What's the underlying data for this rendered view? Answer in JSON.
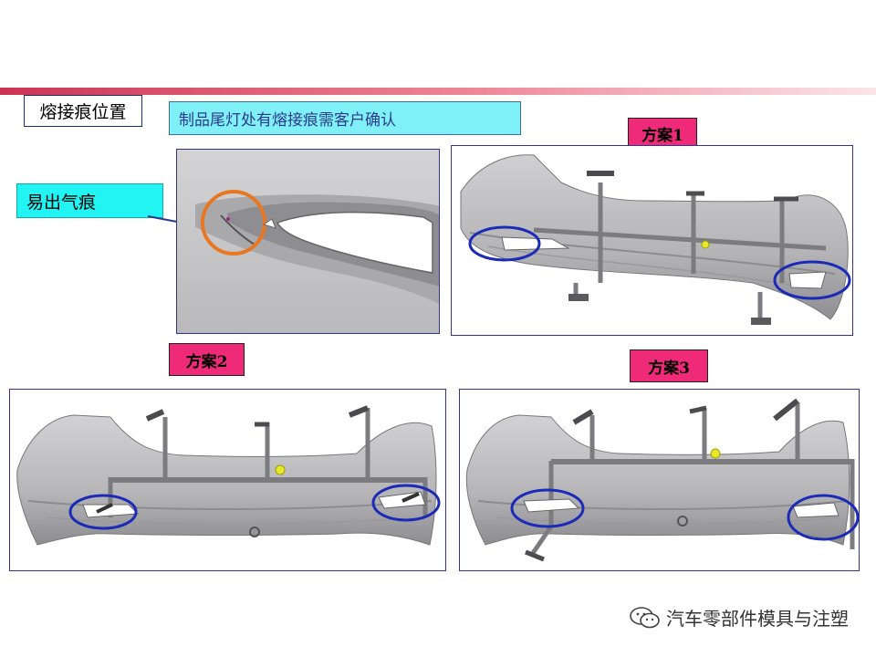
{
  "header": {
    "title": "熔接痕位置"
  },
  "note": {
    "text": "制品尾灯处有熔接痕需客户确认"
  },
  "callout": {
    "label": "易出气痕"
  },
  "schemes": [
    {
      "label": "方案1"
    },
    {
      "label": "方案2"
    },
    {
      "label": "方案3"
    }
  ],
  "footer": {
    "icon": "wechat-icon",
    "text": "汽车零部件模具与注塑"
  },
  "colors": {
    "accent_bar": "#cc3355",
    "note_bg": "#7ff0f5",
    "callout_bg": "#22f4f4",
    "scheme_label_bg": "#ef2a78",
    "highlight_orange": "#e87722",
    "highlight_blue": "#1b2bb8"
  }
}
